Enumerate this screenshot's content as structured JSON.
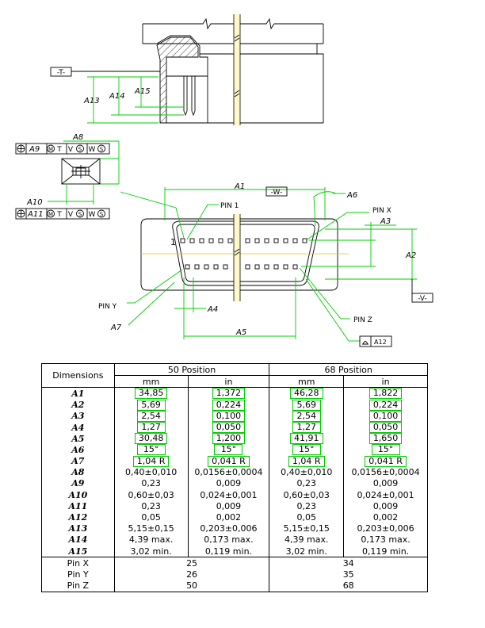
{
  "drawing": {
    "datum_t": "-T-",
    "datum_w": "-W-",
    "datum_v": "-V-",
    "pin1_label": "PIN 1",
    "pin_x_label": "PIN X",
    "pin_y_label": "PIN Y",
    "pin_z_label": "PIN Z",
    "pin_one_mark": "1",
    "a12_label": "A12",
    "dims": {
      "a1": "A1",
      "a2": "A2",
      "a3": "A3",
      "a4": "A4",
      "a5": "A5",
      "a6": "A6",
      "a7": "A7",
      "a8": "A8",
      "a10": "A10",
      "a13": "A13",
      "a14": "A14",
      "a15": "A15"
    },
    "fcf_a9": [
      "A9",
      "M",
      "T",
      "V",
      "S",
      "W",
      "S"
    ],
    "fcf_a11": [
      "A11",
      "M",
      "T",
      "V",
      "S",
      "W",
      "S"
    ]
  },
  "table": {
    "header": "Dimensions",
    "group_50": "50 Position",
    "group_68": "68 Position",
    "unit_mm": "mm",
    "unit_in": "in",
    "rows": [
      {
        "name": "A1",
        "mm50": "34,85",
        "in50": "1,372",
        "mm68": "46,28",
        "in68": "1,822",
        "boxed": true
      },
      {
        "name": "A2",
        "mm50": "5,69",
        "in50": "0,224",
        "mm68": "5,69",
        "in68": "0,224",
        "boxed": true
      },
      {
        "name": "A3",
        "mm50": "2,54",
        "in50": "0,100",
        "mm68": "2,54",
        "in68": "0,100",
        "boxed": true
      },
      {
        "name": "A4",
        "mm50": "1,27",
        "in50": "0,050",
        "mm68": "1,27",
        "in68": "0,050",
        "boxed": true
      },
      {
        "name": "A5",
        "mm50": "30,48",
        "in50": "1,200",
        "mm68": "41,91",
        "in68": "1,650",
        "boxed": true
      },
      {
        "name": "A6",
        "mm50": "15°",
        "in50": "15°",
        "mm68": "15°",
        "in68": "15°",
        "boxed": true
      },
      {
        "name": "A7",
        "mm50": "1,04 R",
        "in50": "0,041 R",
        "mm68": "1,04 R",
        "in68": "0,041 R",
        "boxed": true
      },
      {
        "name": "A8",
        "mm50": "0,40±0,010",
        "in50": "0,0156±0,0004",
        "mm68": "0,40±0,010",
        "in68": "0,0156±0,0004",
        "boxed": false
      },
      {
        "name": "A9",
        "mm50": "0,23",
        "in50": "0,009",
        "mm68": "0,23",
        "in68": "0,009",
        "boxed": false
      },
      {
        "name": "A10",
        "mm50": "0,60±0,03",
        "in50": "0,024±0,001",
        "mm68": "0,60±0,03",
        "in68": "0,024±0,001",
        "boxed": false
      },
      {
        "name": "A11",
        "mm50": "0,23",
        "in50": "0,009",
        "mm68": "0,23",
        "in68": "0,009",
        "boxed": false
      },
      {
        "name": "A12",
        "mm50": "0,05",
        "in50": "0,002",
        "mm68": "0,05",
        "in68": "0,002",
        "boxed": false
      },
      {
        "name": "A13",
        "mm50": "5,15±0,15",
        "in50": "0,203±0,006",
        "mm68": "5,15±0,15",
        "in68": "0,203±0,006",
        "boxed": false
      },
      {
        "name": "A14",
        "mm50": "4,39 max.",
        "in50": "0,173 max.",
        "mm68": "4,39 max.",
        "in68": "0,173 max.",
        "boxed": false
      },
      {
        "name": "A15",
        "mm50": "3,02 min.",
        "in50": "0,119 min.",
        "mm68": "3,02 min.",
        "in68": "0,119 min.",
        "boxed": false
      }
    ],
    "pins": [
      {
        "name": "Pin X",
        "p50": "25",
        "p68": "34"
      },
      {
        "name": "Pin Y",
        "p50": "26",
        "p68": "35"
      },
      {
        "name": "Pin Z",
        "p50": "50",
        "p68": "68"
      }
    ]
  }
}
